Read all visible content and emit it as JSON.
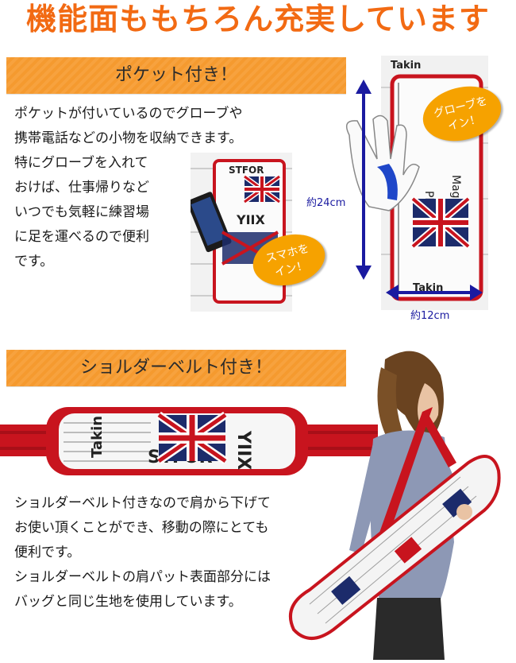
{
  "headline": "機能面ももちろん充実しています",
  "section1": {
    "title": "ポケット付き！",
    "body": [
      "ポケットが付いているのでグローブや",
      "携帯電話などの小物を収納できます。"
    ],
    "body_narrow": [
      "特にグローブを入れて",
      "おけば、仕事帰りなど",
      "いつでも気軽に練習場",
      "に足を運べるので便利",
      "です。"
    ],
    "bubble_glove": [
      "グローブを",
      "イン！"
    ],
    "bubble_phone": [
      "スマホを",
      "イン！"
    ],
    "height_label": "約24cm",
    "width_label": "約12cm"
  },
  "section2": {
    "title": "ショルダーベルト付き！",
    "body": [
      "ショルダーベルト付きなので肩から下げて",
      "お使い頂くことができ、移動の際にとても",
      "便利です。",
      "ショルダーベルトの肩パット表面部分には",
      "バッグと同じ生地を使用しています。"
    ]
  },
  "colors": {
    "headline": "#f26a13",
    "banner": "#f7a23e",
    "bubble": "#f6a200",
    "arrow": "#1a1aa0",
    "strap": "#c8141e"
  }
}
